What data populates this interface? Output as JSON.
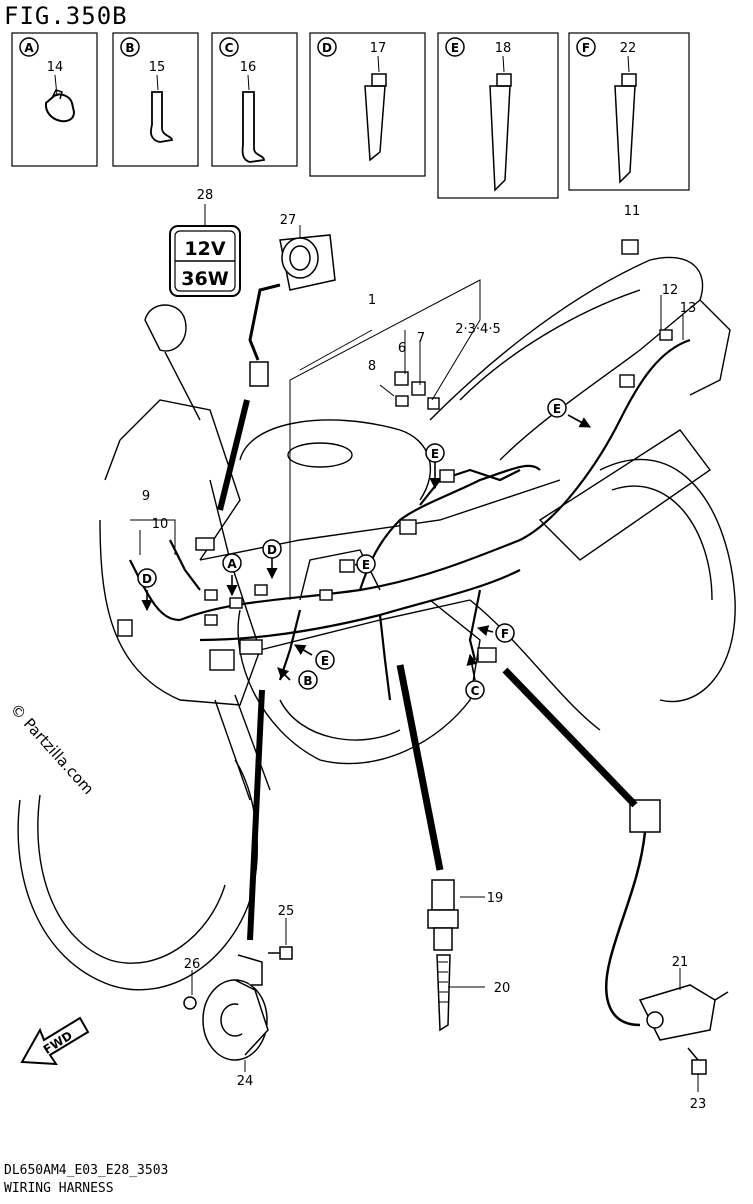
{
  "title": "FIG.350B",
  "watermark": "© Partzilla.com",
  "insets": [
    {
      "key": "A",
      "part": "14"
    },
    {
      "key": "B",
      "part": "15"
    },
    {
      "key": "C",
      "part": "16"
    },
    {
      "key": "D",
      "part": "17"
    },
    {
      "key": "E",
      "part": "18"
    },
    {
      "key": "F",
      "part": "22"
    }
  ],
  "socket_rating": {
    "line1": "12V",
    "line2": "36W"
  },
  "callouts": {
    "p1": "1",
    "p2345": "2·3·4·5",
    "p6": "6",
    "p7": "7",
    "p8": "8",
    "p9": "9",
    "p10": "10",
    "p11": "11",
    "p12": "12",
    "p13": "13",
    "p19": "19",
    "p20": "20",
    "p21": "21",
    "p23": "23",
    "p24": "24",
    "p25": "25",
    "p26": "26",
    "p27": "27",
    "p28": "28"
  },
  "markers": {
    "A": "A",
    "B": "B",
    "C": "C",
    "D": "D",
    "E": "E",
    "F": "F"
  },
  "fwd": "FWD",
  "footer": {
    "code": "DL650AM4_E03_E28_3503",
    "name": "WIRING HARNESS"
  }
}
